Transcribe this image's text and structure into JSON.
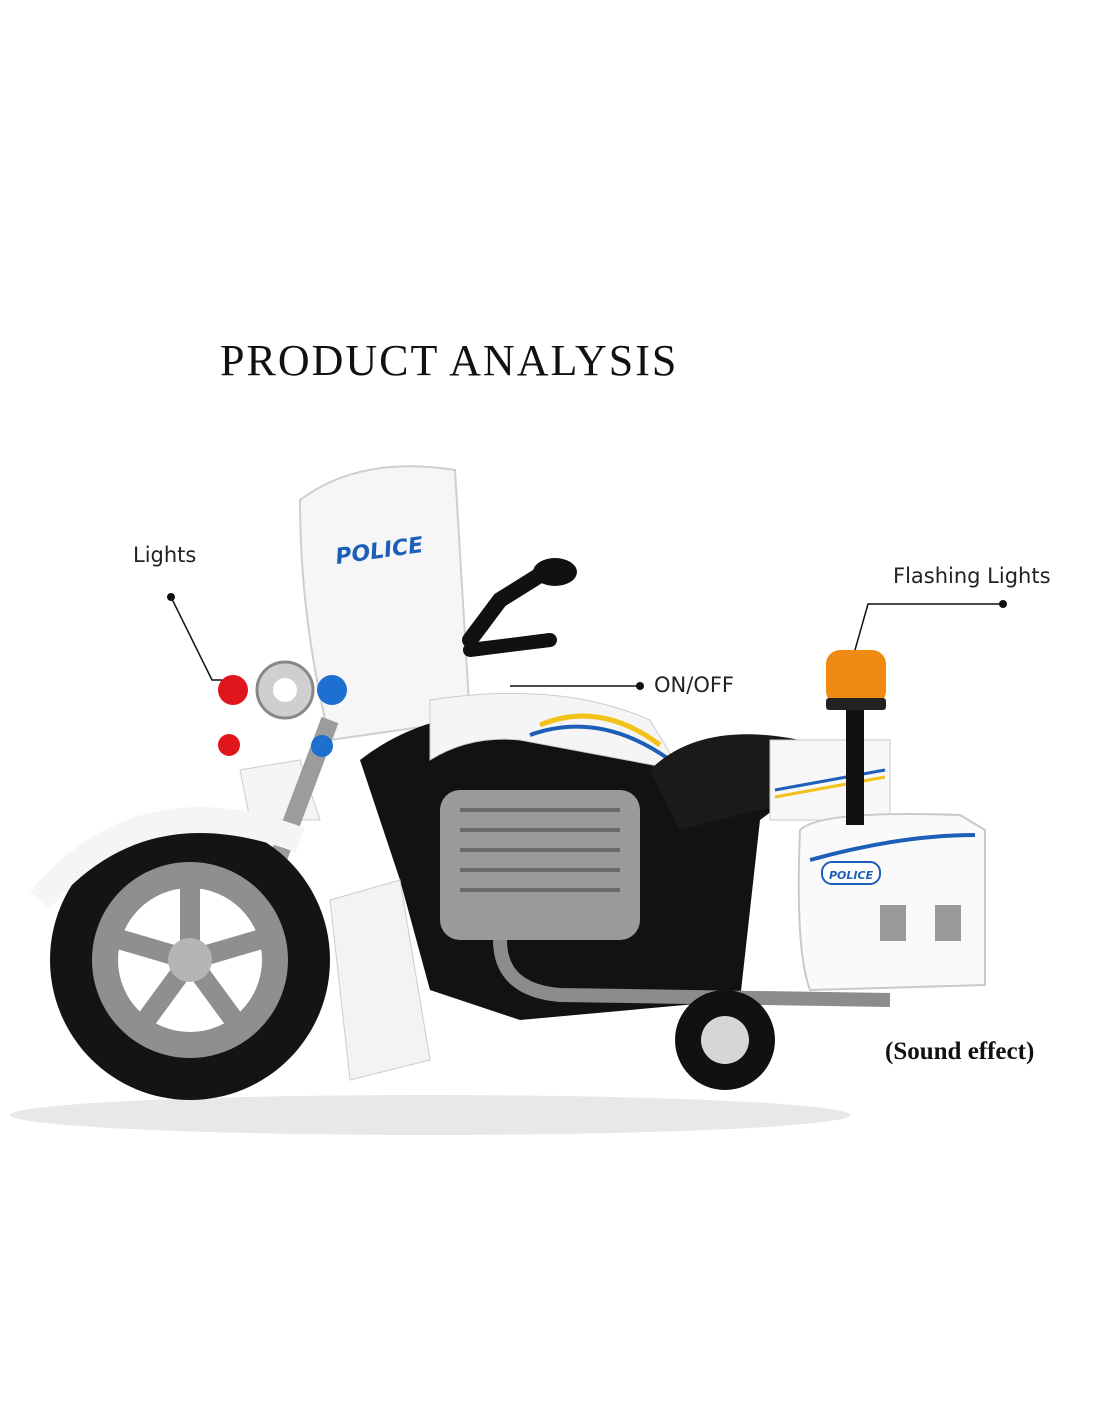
{
  "title": "PRODUCT ANALYSIS",
  "callouts": {
    "lights": "Lights",
    "flashing_lights": "Flashing Lights",
    "on_off": "ON/OFF",
    "sound_effect": "(Sound effect)"
  },
  "decals": {
    "windshield": "POLICE",
    "saddlebag": "POLICE"
  },
  "colors": {
    "police_blue": "#1d5fb8",
    "stripe_yellow": "#f2c21b",
    "light_red": "#e0161c",
    "beacon_amber": "#f08a12"
  }
}
